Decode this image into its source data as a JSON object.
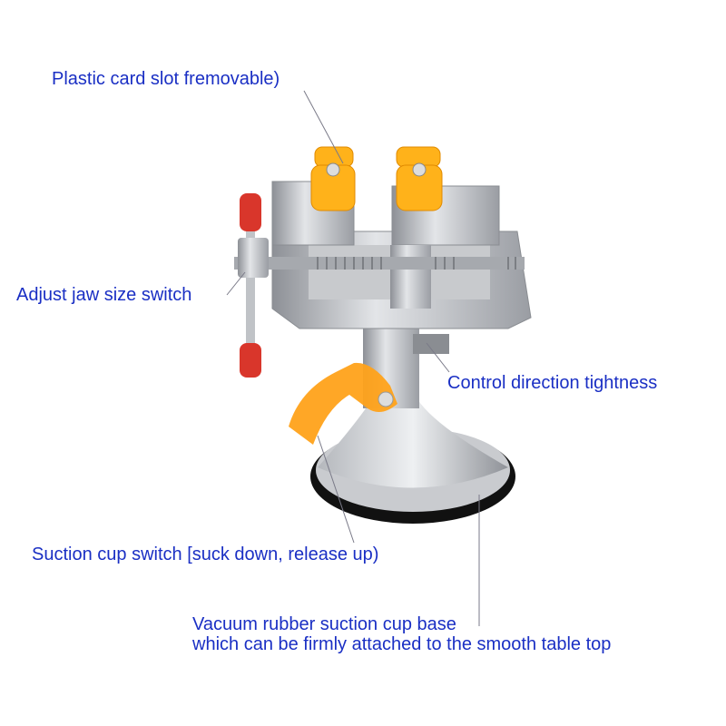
{
  "labels": {
    "card_slot": "Plastic card slot fremovable)",
    "jaw_switch": "Adjust jaw size switch",
    "direction": "Control direction tightness",
    "suction_switch": "Suction cup switch [suck down, release up)",
    "base_line1": "Vacuum rubber suction cup base",
    "base_line2": "which can be firmly attached to the smooth table top"
  },
  "colors": {
    "label": "#1a2fc4",
    "pad": "#ffb21a",
    "cap": "#d9362b",
    "metal": "#b9bcc2"
  }
}
